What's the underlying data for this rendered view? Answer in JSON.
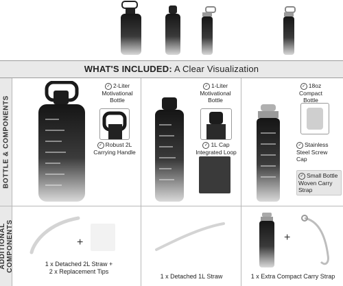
{
  "header": {
    "title_bold": "WHAT'S INCLUDED:",
    "title_rest": " A Clear Visualization"
  },
  "side_labels": {
    "bottle": "BOTTLE & COMPONENTS",
    "additional_1": "ADDITIONAL",
    "additional_2": "COMPONENTS"
  },
  "columns": [
    {
      "title": [
        "2-Liter",
        "Motivational",
        "Bottle"
      ],
      "callout": [
        "Robust 2L",
        "Carrying Handle"
      ],
      "bottom": [
        "1 x Detached 2L Straw +",
        "2 x Replacement Tips"
      ]
    },
    {
      "title": [
        "1-Liter",
        "Motivational",
        "Bottle"
      ],
      "callout": [
        "1L Cap",
        "Integrated Loop"
      ],
      "bottom": [
        "1 x Detached 1L Straw"
      ]
    },
    {
      "title": [
        "18oz",
        "Compact",
        "Bottle"
      ],
      "callout": [
        "Stainless",
        "Steel Screw",
        "Cap"
      ],
      "callout2": [
        "Small Bottle",
        "Woven Carry",
        "Strap"
      ],
      "bottom": [
        "1 x Extra Compact Carry Strap"
      ]
    }
  ],
  "plus": "+",
  "colors": {
    "bottle_top": "#1b1b1b",
    "bottle_bottom": "#d7d7d7",
    "band": "#e9e9e9",
    "line": "#b8b8b8"
  }
}
